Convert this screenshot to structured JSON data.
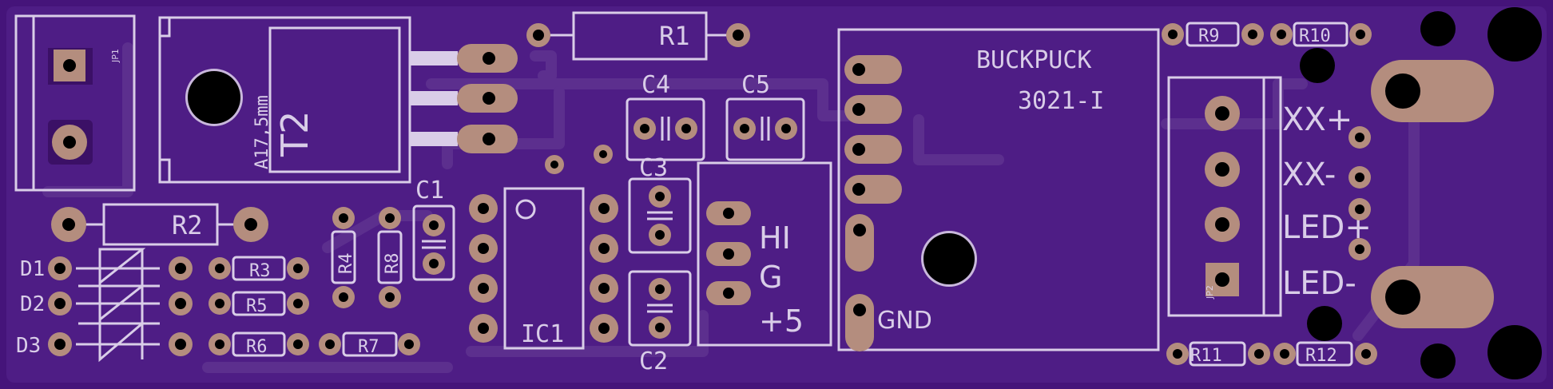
{
  "board": {
    "colors": {
      "background": "#45147a",
      "copper_fill": "#4e1d85",
      "trace": "#5c2f8e",
      "silkscreen": "#d9cde8",
      "pad": "#b48d7e",
      "drill": "#000000"
    }
  },
  "labels": {
    "jp1": "JP1",
    "t2_size": "A17,5mm",
    "t2": "T2",
    "r1": "R1",
    "r2": "R2",
    "r3": "R3",
    "r4": "R4",
    "r5": "R5",
    "r6": "R6",
    "r7": "R7",
    "r8": "R8",
    "r9": "R9",
    "r10": "R10",
    "r11": "R11",
    "r12": "R12",
    "c1": "C1",
    "c2": "C2",
    "c3": "C3",
    "c4": "C4",
    "c5": "C5",
    "d1": "D1",
    "d2": "D2",
    "d3": "D3",
    "ic1": "IC1",
    "hi": "HI",
    "g": "G",
    "plus5": "+5",
    "buckpuck": "BUCKPUCK",
    "buckpuck_model": "3021-I",
    "gnd": "GND",
    "jp2": "JP2",
    "xx_plus": "XX+",
    "xx_minus": "XX-",
    "led_plus": "LED+",
    "led_minus": "LED-"
  }
}
